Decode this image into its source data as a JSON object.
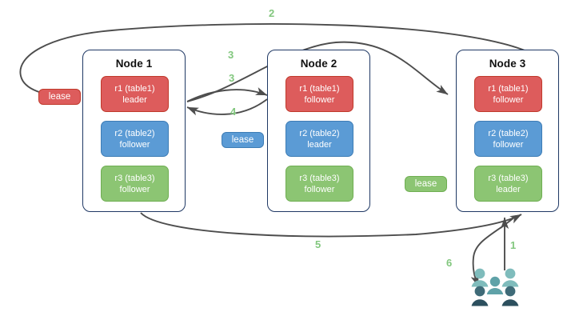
{
  "diagram": {
    "title": "Distributed lease / leaseholder diagram",
    "colors": {
      "replica_red": "#dd5c5c",
      "replica_blue": "#5b9bd5",
      "replica_green": "#8cc573",
      "node_border": "#1f3864",
      "arrow": "#4d4d4d",
      "step_label": "#82c77e",
      "people_light": "#7fbcbc",
      "people_mid": "#4d7f86",
      "people_dark": "#2c4f5e"
    },
    "nodes": [
      {
        "id": "node-1",
        "title": "Node 1",
        "replicas": [
          {
            "id": "r1",
            "line1": "r1 (table1)",
            "line2": "leader",
            "color": "red"
          },
          {
            "id": "r2",
            "line1": "r2 (table2)",
            "line2": "follower",
            "color": "blue"
          },
          {
            "id": "r3",
            "line1": "r3 (table3)",
            "line2": "follower",
            "color": "green"
          }
        ]
      },
      {
        "id": "node-2",
        "title": "Node 2",
        "replicas": [
          {
            "id": "r1",
            "line1": "r1 (table1)",
            "line2": "follower",
            "color": "red"
          },
          {
            "id": "r2",
            "line1": "r2 (table2)",
            "line2": "leader",
            "color": "blue"
          },
          {
            "id": "r3",
            "line1": "r3 (table3)",
            "line2": "follower",
            "color": "green"
          }
        ]
      },
      {
        "id": "node-3",
        "title": "Node 3",
        "replicas": [
          {
            "id": "r1",
            "line1": "r1 (table1)",
            "line2": "follower",
            "color": "red"
          },
          {
            "id": "r2",
            "line1": "r2 (table2)",
            "line2": "follower",
            "color": "blue"
          },
          {
            "id": "r3",
            "line1": "r3 (table3)",
            "line2": "leader",
            "color": "green"
          }
        ]
      }
    ],
    "leases": [
      {
        "id": "lease-table1",
        "label": "lease",
        "color": "red"
      },
      {
        "id": "lease-table2",
        "label": "lease",
        "color": "blue"
      },
      {
        "id": "lease-table3",
        "label": "lease",
        "color": "green"
      }
    ],
    "steps": [
      {
        "id": "step-1",
        "label": "1"
      },
      {
        "id": "step-2",
        "label": "2"
      },
      {
        "id": "step-3a",
        "label": "3"
      },
      {
        "id": "step-3b",
        "label": "3"
      },
      {
        "id": "step-4",
        "label": "4"
      },
      {
        "id": "step-5",
        "label": "5"
      },
      {
        "id": "step-6",
        "label": "6"
      }
    ],
    "actor": {
      "id": "clients",
      "icon": "people-group-icon",
      "count": 5
    }
  }
}
